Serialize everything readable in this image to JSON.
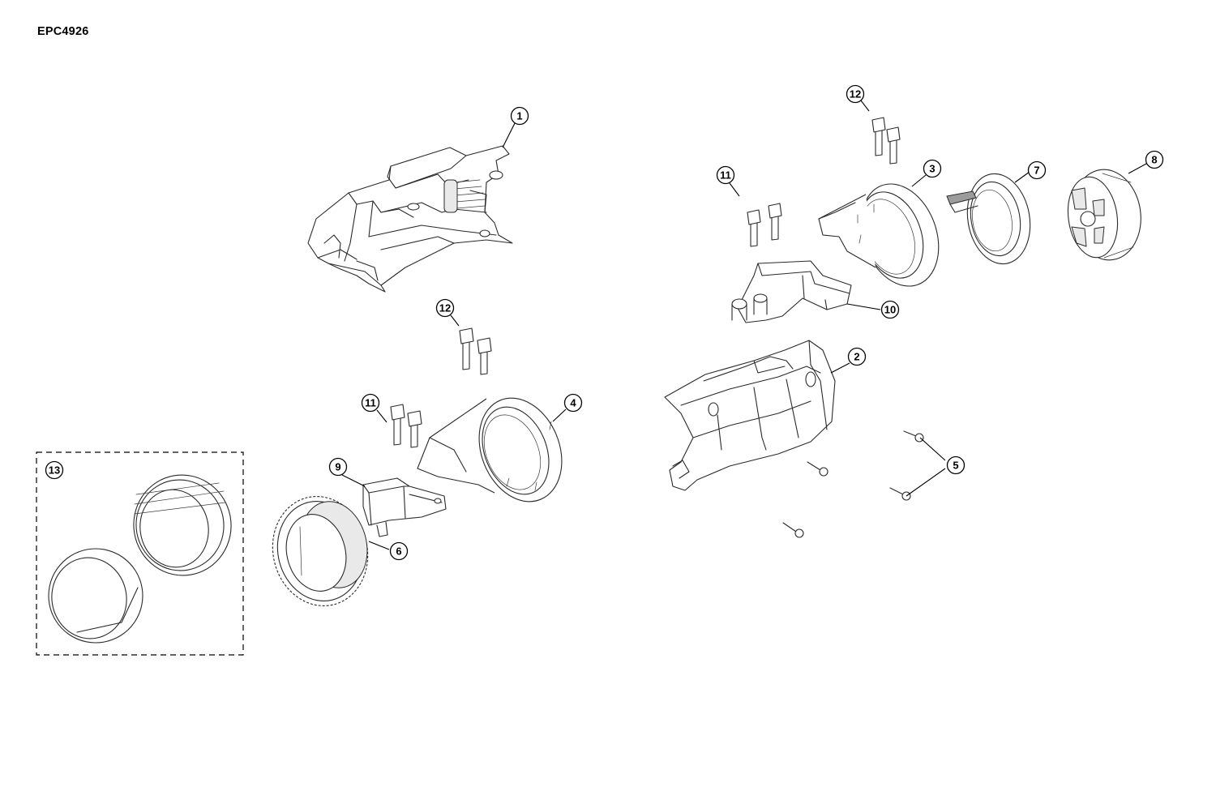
{
  "document": {
    "code": "EPC4926"
  },
  "callouts": {
    "c1": "1",
    "c2": "2",
    "c3": "3",
    "c4": "4",
    "c5": "5",
    "c6": "6",
    "c7": "7",
    "c8": "8",
    "c9": "9",
    "c10": "10",
    "c11a": "11",
    "c11b": "11",
    "c12a": "12",
    "c12b": "12",
    "c13": "13"
  },
  "colors": {
    "line": "#2a2a2a",
    "shade_light": "#e9e9e9",
    "shade_dark": "#9c9c9c",
    "text": "#000000"
  }
}
